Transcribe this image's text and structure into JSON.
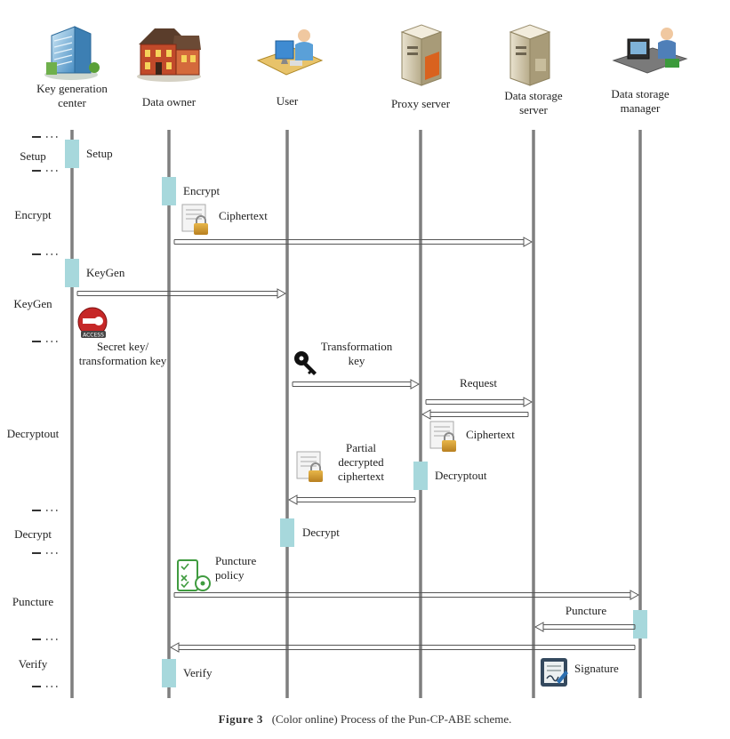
{
  "actors": [
    {
      "id": "kgc",
      "label_lines": [
        "Key generation",
        "center"
      ],
      "icon": "building-icon"
    },
    {
      "id": "owner",
      "label_lines": [
        "Data owner"
      ],
      "icon": "house-icon"
    },
    {
      "id": "user",
      "label_lines": [
        "User"
      ],
      "icon": "user-at-computer-icon"
    },
    {
      "id": "proxy",
      "label_lines": [
        "Proxy server"
      ],
      "icon": "server-icon"
    },
    {
      "id": "dss",
      "label_lines": [
        "Data storage",
        "server"
      ],
      "icon": "server-icon"
    },
    {
      "id": "dsm",
      "label_lines": [
        "Data storage",
        "manager"
      ],
      "icon": "manager-at-desk-icon"
    }
  ],
  "phases": [
    {
      "label": "Setup"
    },
    {
      "label": "Encrypt"
    },
    {
      "label": "KeyGen"
    },
    {
      "label": "Decryptout"
    },
    {
      "label": "Decrypt"
    },
    {
      "label": "Puncture"
    },
    {
      "label": "Verify"
    }
  ],
  "activations": [
    {
      "actor": "kgc",
      "label": "Setup"
    },
    {
      "actor": "owner",
      "label": "Encrypt"
    },
    {
      "actor": "kgc",
      "label": "KeyGen"
    },
    {
      "actor": "proxy",
      "label": "Decryptout"
    },
    {
      "actor": "user",
      "label": "Decrypt"
    },
    {
      "actor": "dsm",
      "label": ""
    },
    {
      "actor": "owner",
      "label": "Verify"
    }
  ],
  "messages": [
    {
      "from": "owner",
      "to": "dss",
      "label": ""
    },
    {
      "from": "kgc",
      "to": "user",
      "label": ""
    },
    {
      "from": "user",
      "to": "proxy",
      "label": ""
    },
    {
      "from": "proxy",
      "to": "dss",
      "label": "Request"
    },
    {
      "from": "dss",
      "to": "proxy",
      "label": ""
    },
    {
      "from": "proxy",
      "to": "user",
      "label": ""
    },
    {
      "from": "owner",
      "to": "dsm",
      "label": ""
    },
    {
      "from": "dsm",
      "to": "dss",
      "label": "Puncture"
    },
    {
      "from": "dsm",
      "to": "owner",
      "label": ""
    }
  ],
  "annotations": [
    {
      "icon": "ciphertext-lock-icon",
      "lines": [
        "Ciphertext"
      ]
    },
    {
      "icon": "access-key-icon",
      "lines": [
        "Secret key/",
        "transformation key"
      ]
    },
    {
      "icon": "key-icon",
      "lines": [
        "Transformation",
        "key"
      ]
    },
    {
      "icon": "ciphertext-lock-icon",
      "lines": [
        "Ciphertext"
      ]
    },
    {
      "icon": "ciphertext-lock-icon",
      "lines": [
        "Partial",
        "decrypted",
        "ciphertext"
      ]
    },
    {
      "icon": "policy-checklist-icon",
      "lines": [
        "Puncture",
        "policy"
      ]
    },
    {
      "icon": "signature-icon",
      "lines": [
        "Signature"
      ]
    }
  ],
  "caption": {
    "figure": "Figure 3",
    "text": "(Color online) Process of the Pun-CP-ABE scheme."
  },
  "colors": {
    "lifeline": "#7f7f7f",
    "activation": "#a7d8dc",
    "arrow": "#555555",
    "text": "#222222"
  }
}
